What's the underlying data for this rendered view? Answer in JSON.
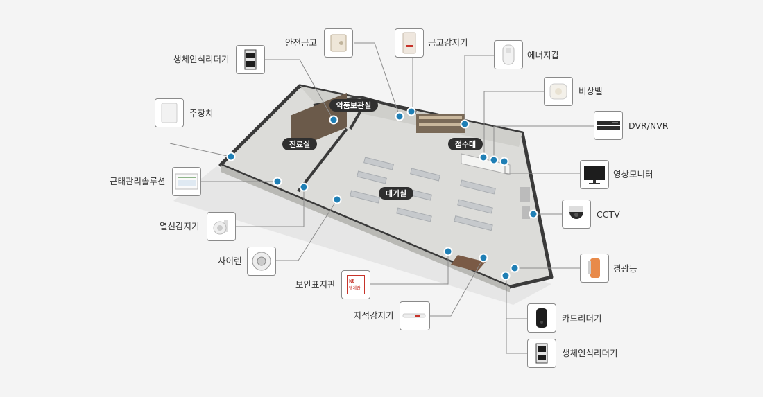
{
  "rooms": {
    "storage": "약품보관실",
    "clinic": "진료실",
    "reception": "접수대",
    "waiting": "대기실"
  },
  "devices": {
    "safe": "안전금고",
    "safe_sensor": "금고감지기",
    "energy_cap": "에너지캅",
    "emergency_bell": "비상벨",
    "dvr_nvr": "DVR/NVR",
    "monitor": "영상모니터",
    "cctv": "CCTV",
    "beacon": "경광등",
    "card_reader": "카드리더기",
    "bio_reader_bottom": "생체인식리더기",
    "bio_reader_top": "생체인식리더기",
    "main_unit": "주장치",
    "attendance": "근태관리솔루션",
    "thermal_sensor": "열선감지기",
    "siren": "사이렌",
    "security_sign": "보안표지판",
    "magnetic_sensor": "자석감지기"
  },
  "sign_text": {
    "brand": "kt",
    "name": "텔레캅"
  },
  "colors": {
    "accent_dot": "#1f7fb5",
    "room_tag": "#2f2f2f",
    "leader_line": "#8c8c8c",
    "wall": "#3a3a3a",
    "floor": "#d9d9d6"
  }
}
